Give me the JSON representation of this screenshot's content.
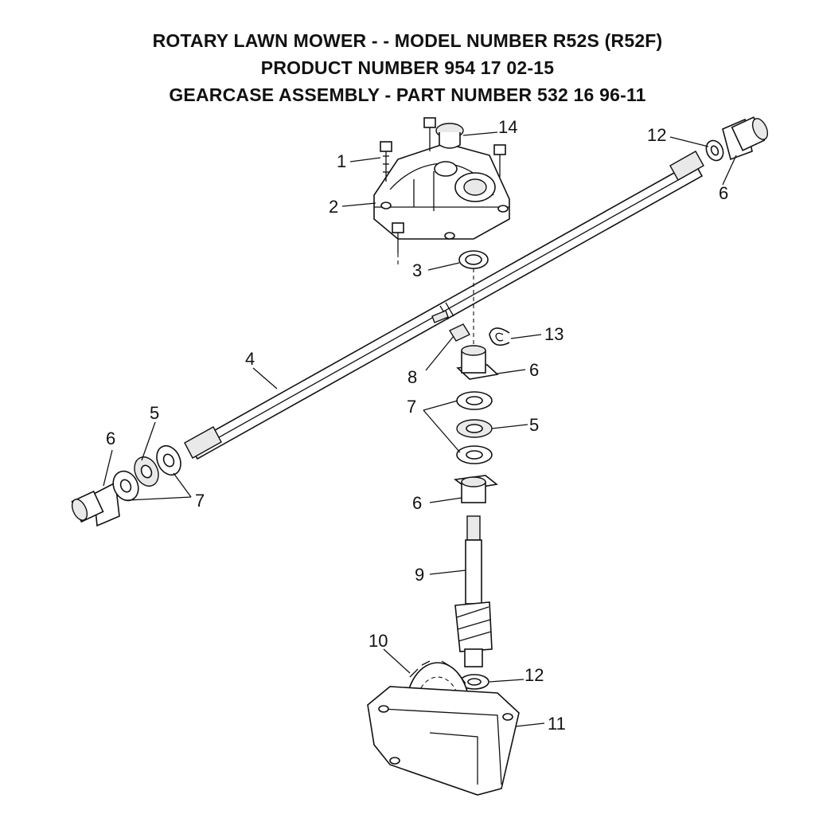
{
  "title": {
    "line1": "ROTARY LAWN MOWER - - MODEL NUMBER R52S (R52F)",
    "line2": "PRODUCT NUMBER 954 17 02-15",
    "line3": "GEARCASE ASSEMBLY - PART NUMBER 532 16 96-11"
  },
  "callouts": {
    "c1": "1",
    "c2": "2",
    "c3": "3",
    "c4": "4",
    "c5_left": "5",
    "c5_right": "5",
    "c6_left": "6",
    "c6_top_right": "6",
    "c6_mid": "6",
    "c6_lower": "6",
    "c7_left": "7",
    "c7_mid": "7",
    "c8": "8",
    "c9": "9",
    "c10": "10",
    "c11": "11",
    "c12_top": "12",
    "c12_bottom": "12",
    "c13": "13",
    "c14": "14"
  }
}
